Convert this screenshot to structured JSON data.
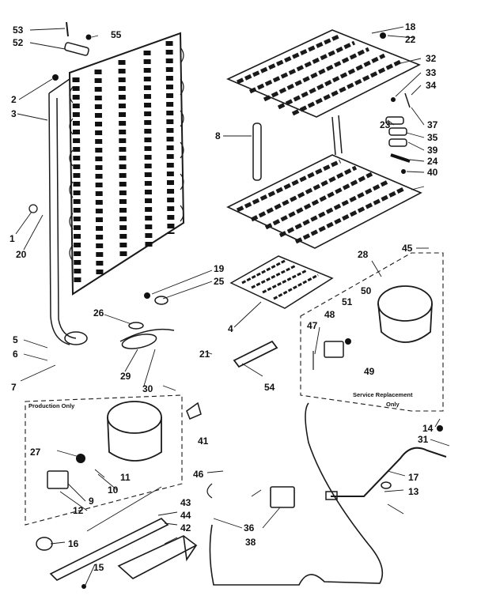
{
  "callouts": [
    "53",
    "55",
    "52",
    "2",
    "3",
    "1",
    "20",
    "5",
    "6",
    "7",
    "26",
    "29",
    "30",
    "19",
    "25",
    "4",
    "8",
    "18",
    "22",
    "32",
    "33",
    "34",
    "37",
    "23",
    "35",
    "39",
    "24",
    "40",
    "28",
    "45",
    "47",
    "48",
    "51",
    "50",
    "49",
    "21",
    "54",
    "14",
    "31",
    "17",
    "13",
    "41",
    "46",
    "16",
    "15",
    "43",
    "44",
    "42",
    "36",
    "38",
    "27",
    "11",
    "10",
    "9",
    "12"
  ],
  "box_labels": {
    "production": "Production Only",
    "service_line1": "Service Replacement",
    "service_line2": "Only"
  }
}
